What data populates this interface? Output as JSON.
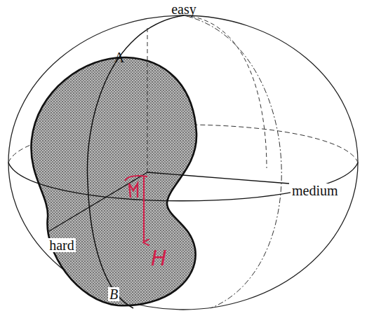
{
  "diagram": {
    "labels": [
      "easy",
      "A",
      "medium",
      "hard",
      "B",
      "H"
    ]
  }
}
